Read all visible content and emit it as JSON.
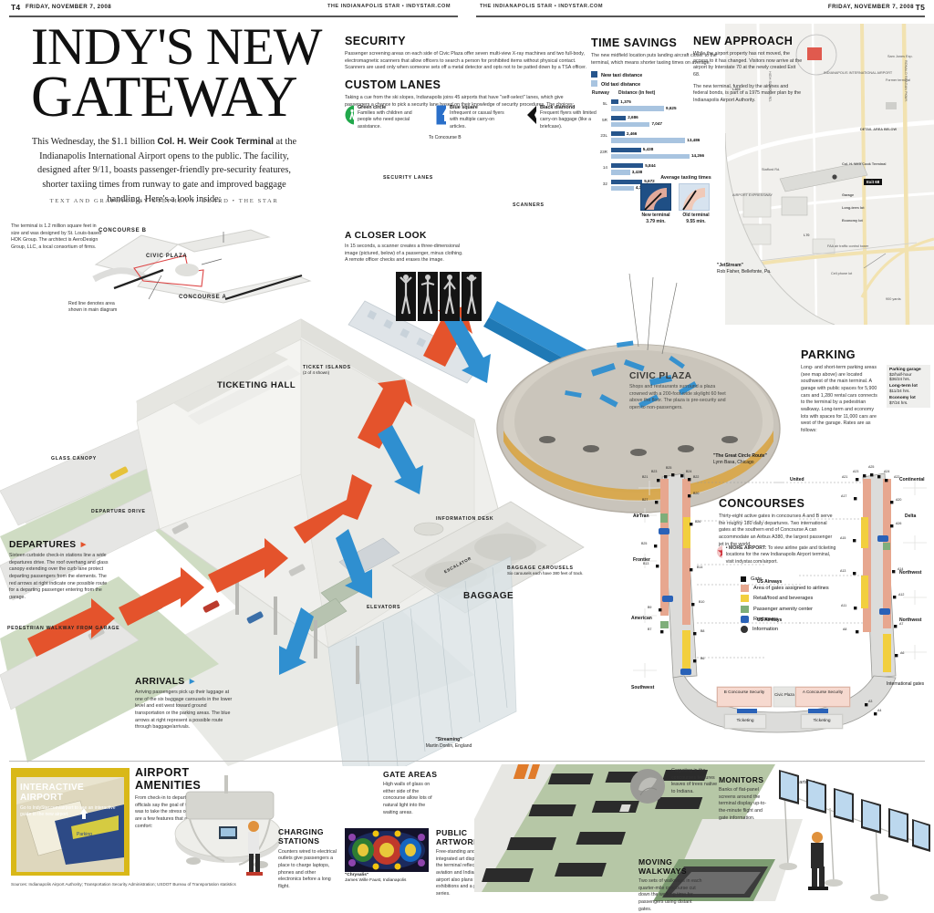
{
  "folio": {
    "page_left": "T4",
    "page_right": "T5",
    "date": "FRIDAY, NOVEMBER 7, 2008",
    "center_left": "THE INDIANAPOLIS STAR • INDYSTAR.COM",
    "center_right": "THE INDIANAPOLIS STAR • INDYSTAR.COM",
    "dots": "..."
  },
  "headline": {
    "line1": "INDY'S NEW",
    "line2": "GATEWAY",
    "deck_pre": "This Wednesday, the $1.1 billion ",
    "deck_bold": "Col. H. Weir Cook Terminal",
    "deck_post": " at the Indianapolis International Airport opens to the public. The facility, designed after 9/11, boasts passenger-friendly pre-security features, shorter taxiing times from runway to gate and improved baggage handling. Here's a look inside:",
    "byline": "TEXT AND GRAPHICS BY STEPHEN J. BEARD • THE STAR"
  },
  "overview": {
    "note": "The terminal is 1.2 million square feet in size and was designed by St. Louis-based HOK Group. The architect is AeroDesign Group, LLC, a local consortium of firms.",
    "concourse_b": "CONCOURSE B",
    "concourse_a": "CONCOURSE A",
    "civic_plaza": "CIVIC PLAZA",
    "red_line_note": "Red line denotes area shown in main diagram"
  },
  "security": {
    "title": "SECURITY",
    "body": "Passenger screening areas on each side of Civic Plaza offer seven multi-view X-ray machines and two full-body, electromagnetic scanners that allow officers to search a person for prohibited items without physical contact. Scanners are used only when someone sets off a metal detector and opts not to be patted down by a TSA officer."
  },
  "custom_lanes": {
    "title": "CUSTOM LANES",
    "body": "Taking a cue from the ski slopes, Indianapolis joins 45 airports that have \"self-select\" lanes, which give passengers a chance to pick a security lane based on their knowledge of security procedures. The choices:",
    "lanes": [
      {
        "name": "Green circle",
        "desc": "Families with children and people who need special assistance.",
        "color": "#21a84b",
        "shape": "circle"
      },
      {
        "name": "Blue square",
        "desc": "Infrequent or casual flyers with multiple carry-on articles.",
        "color": "#2a6fc9",
        "shape": "square"
      },
      {
        "name": "Black diamond",
        "desc": "Frequent flyers with limited carry-on baggage (like a briefcase).",
        "color": "#111111",
        "shape": "diamond"
      }
    ]
  },
  "closer_look": {
    "title": "A CLOSER LOOK",
    "body": "In 15 seconds, a scanner creates a three-dimensional image (pictured, below) of a passenger, minus clothing. A remote officer checks and erases the image."
  },
  "time_savings": {
    "title": "TIME SAVINGS",
    "body": "The new midfield location puts landing aircraft closer to the terminal, which means shorter taxiing times on average.",
    "legend_new": "New taxi distance",
    "legend_old": "Old taxi distance",
    "col_runway": "Runway",
    "col_distance": "Distance (in feet)",
    "avg_title": "Average taxiing times",
    "gauge_new_label": "New terminal",
    "gauge_new_value": "3.79 min.",
    "gauge_old_label": "Old terminal",
    "gauge_old_value": "9.55 min."
  },
  "new_approach": {
    "title": "NEW APPROACH",
    "body1": "While the airport property has not moved, the access to it has changed. Visitors now arrive at the airport by Interstate 70 at the newly created Exit 68.",
    "body2": "The new terminal, funded by the airlines and federal bonds, is part of a 1975 master plan by the Indianapolis Airport Authority.",
    "map_labels": [
      "INDIANAPOLIS INTERNATIONAL AIRPORT",
      "Former terminal",
      "Col. H. Weir Cook Terminal",
      "Garage",
      "Long-term lot",
      "Economy lot",
      "FAA air traffic control tower",
      "Cell phone lot",
      "Stafford Rd.",
      "DETAIL AREA BELOW",
      "Sam Jones Exp.",
      "HIGH SCHOOL RD.",
      "AIRPORT EXPRESSWAY",
      "RONALD REAGAN PKWY.",
      "I-70",
      "I-465",
      "900 yards"
    ],
    "exit_badge": "Exit 68"
  },
  "parking": {
    "title": "PARKING",
    "body": "Long- and short-term parking areas (see map above) are located southwest of the main terminal. A garage with public spaces for 5,900 cars and 1,280 rental cars connects to the terminal by a pedestrian walkway. Long-term and economy lots with spaces for 11,000 cars are west of the garage. Rates are as follows:",
    "rates": [
      {
        "name": "Parking garage",
        "value": "$2/half-hour\n$36/24 hrs."
      },
      {
        "name": "Long-term lot",
        "value": "$11/24 hrs."
      },
      {
        "name": "Economy lot",
        "value": "$7/24 hrs."
      }
    ]
  },
  "civic_plaza": {
    "title": "CIVIC PLAZA",
    "body": "Shops and restaurants surround a plaza crowned with a 200-foot-wide skylight 60 feet above the floor. The plaza is pre-security and open to non-passengers.",
    "art_title": "\"The Great Circle Route\"",
    "art_artist": "Lynn Basa, Chicago"
  },
  "jetstream": {
    "title": "\"JetStream\"",
    "artist": "Rob Fisher, Bellefonte, Pa."
  },
  "streaming": {
    "title": "\"Streaming\"",
    "artist": "Martin Donlin, England"
  },
  "departures": {
    "title": "DEPARTURES",
    "body": "Sixteen curbside check-in stations line a wide departures drive. The roof overhang and glass canopy extending over the curb lane protect departing passengers from the elements. The red arrows at right indicate one possible route for a departing passenger entering from the garage."
  },
  "arrivals": {
    "title": "ARRIVALS",
    "body": "Arriving passengers pick up their luggage at one of the six baggage carousels in the lower level and exit west toward ground transportation or the parking areas. The blue arrows at right represent a possible route through baggage/arrivals."
  },
  "baggage": {
    "title": "BAGGAGE",
    "carousels_label": "BAGGAGE CAROUSELS",
    "carousels_note": "Six carousels each have 380 feet of track."
  },
  "diagram_labels": {
    "security_lanes": "SECURITY LANES",
    "scanners": "SCANNERS",
    "to_concourse_b": "To Concourse B",
    "ticketing_hall": "TICKETING HALL",
    "ticket_islands": "TICKET ISLANDS",
    "ticket_islands_sub": "(2 of 4 shown)",
    "glass_canopy": "GLASS CANOPY",
    "departure_drive": "DEPARTURE DRIVE",
    "pedestrian_walkway": "PEDESTRIAN WALKWAY FROM GARAGE",
    "information_desk": "INFORMATION DESK",
    "elevators": "ELEVATORS",
    "escalator": "ESCALATOR",
    "civic_plaza": "CIVIC PLAZA"
  },
  "concourses": {
    "title": "CONCOURSES",
    "body": "Thirty-eight active gates in concourses A and B serve the roughly 180 daily departures. Two international gates at the southern end of Concourse A can accommodate an Airbus A380, the largest passenger jet in the world.",
    "promo_label": "• MORE AIRPORT:",
    "promo_body": "To view airline gate and ticketing locations for the new Indianapolis Airport terminal, visit indystar.com/airport.",
    "legend": [
      {
        "label": "Gate",
        "color": "#111111"
      },
      {
        "label": "Area of gates assigned to airlines",
        "color": "#e7a78f"
      },
      {
        "label": "Retail/food and beverages",
        "color": "#f2cf3e"
      },
      {
        "label": "Passenger amenity center",
        "color": "#7fae7a"
      },
      {
        "label": "Restrooms",
        "color": "#2a62b8"
      },
      {
        "label": "Information",
        "color": "#333333"
      }
    ],
    "b_airlines": [
      "United",
      "AirTran",
      "Frontier",
      "US Airways",
      "American",
      "US Airways",
      "Southwest"
    ],
    "a_airlines": [
      "Continental",
      "Delta",
      "Northwest",
      "Northwest",
      "International gates"
    ],
    "b_gates": [
      "B25",
      "B23",
      "B21",
      "B24",
      "B22",
      "B20",
      "B27",
      "B26",
      "B25",
      "B13",
      "B14",
      "B10",
      "B9",
      "B7",
      "B8",
      "B6"
    ],
    "a_gates": [
      "A25",
      "A23",
      "A21",
      "A24",
      "A22",
      "A17",
      "A20",
      "A26",
      "A15",
      "A14",
      "A13",
      "A12",
      "A11",
      "A7",
      "A8",
      "A6",
      "A3",
      "A4"
    ],
    "b_security": "B Concourse Security",
    "a_security": "A Concourse Security",
    "plaza_label": "Civic Plaza",
    "ticketing_left": "Ticketing",
    "ticketing_right": "Ticketing"
  },
  "bottom": {
    "interactive": {
      "title": "INTERACTIVE AIRPORT",
      "body": "Go to IndyStar.com/airport to see an interactive guide to the new airport."
    },
    "amenities": {
      "title": "AIRPORT AMENITIES",
      "body": "From check-in to departure, airport officials say the goal of the terminal design was to take the stress out of flying. Here are a few features that add to passenger comfort:"
    },
    "charging": {
      "title": "CHARGING STATIONS",
      "body": "Counters wired to electrical outlets give passengers a place to charge laptops, phones and other electronics before a long flight."
    },
    "artwork": {
      "title": "PUBLIC ARTWORK",
      "body": "Free-standing and architecturally integrated art displays throughout the terminal reflect themes of aviation and Indiana life. The airport also plans temporary exhibitions and a performing arts series.",
      "caption_title": "\"Chrysalis\"",
      "caption_artist": "James Wille Faust, Indianapolis"
    },
    "gate_areas": {
      "title": "GATE AREAS",
      "body": "High walls of glass on either side of the concourse allow lots of natural light into the waiting areas."
    },
    "carpet": {
      "body": "Carpeting in the concourses features leaves of trees native to Indiana."
    },
    "monitors": {
      "title": "MONITORS",
      "body": "Banks of flat-panel screens around the terminal display up-to-the-minute flight and gate information."
    },
    "walkways": {
      "title": "MOVING WALKWAYS",
      "body": "Two sets of walkways in each quarter-mile concourse cut down the walking time for passengers using distant gates."
    },
    "departures_sign": "Departures",
    "source": "Sources: Indianapolis Airport Authority; Transportation Security Administration; USDOT Bureau of Transportation statistics"
  },
  "chart_data": {
    "type": "bar",
    "title": "TIME SAVINGS",
    "subtitle": "Distance (in feet)",
    "xlabel": "Distance (in feet)",
    "ylabel": "Runway",
    "categories": [
      "5L",
      "5R",
      "23L",
      "23R",
      "14",
      "32"
    ],
    "series": [
      {
        "name": "New taxi distance",
        "color": "#26558c",
        "values": [
          1375,
          2686,
          2466,
          5438,
          5844,
          5672
        ]
      },
      {
        "name": "Old taxi distance",
        "color": "#a8c4e0",
        "values": [
          9625,
          7047,
          13486,
          14266,
          3438,
          4125
        ]
      }
    ],
    "xlim": [
      0,
      14266
    ],
    "grid": false,
    "legend_position": "top",
    "annotations": [
      {
        "label": "New terminal",
        "value": "3.79 min."
      },
      {
        "label": "Old terminal",
        "value": "9.55 min."
      }
    ]
  }
}
